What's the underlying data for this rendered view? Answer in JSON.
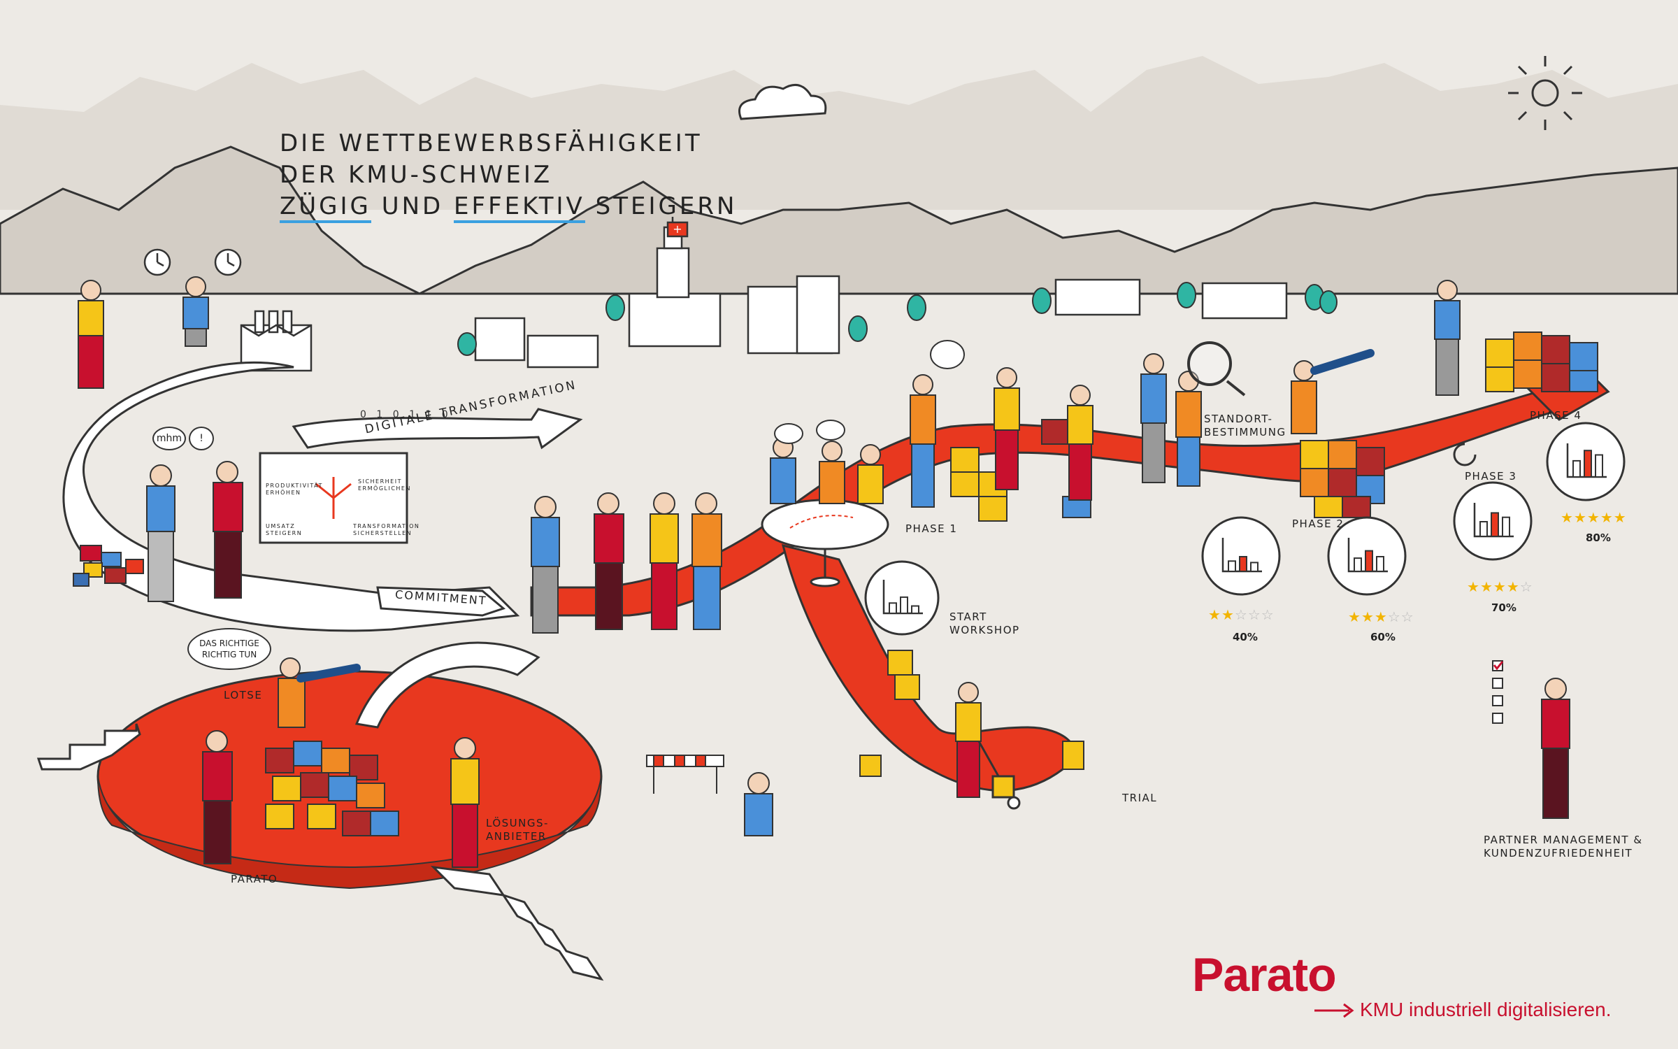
{
  "title": {
    "line1": "DIE WETTBEWERBSFÄHIGKEIT",
    "line2": "DER KMU-SCHWEIZ",
    "line3_a": "ZÜGIG",
    "line3_b": " UND ",
    "line3_c": "EFFEKTIV",
    "line3_d": " STEIGERN"
  },
  "arrows": {
    "digital": "DIGITALE TRANSFORMATION",
    "commitment": "COMMITMENT",
    "binary": "0 1 0 1 1 0"
  },
  "bubbles": {
    "mhm": "mhm",
    "exclaim": "!",
    "richtige": "DAS RICHTIGE RICHTIG TUN"
  },
  "board": {
    "productivity": "PRODUKTIVITÄT ERHÖHEN",
    "security": "SICHERHEIT ERMÖGLICHEN",
    "sales": "UMSATZ STEIGERN",
    "transformation": "TRANSFORMATION SICHERSTELLEN"
  },
  "labels": {
    "lotse": "LOTSE",
    "parato": "PARATO",
    "loesungs1": "LÖSUNGS-",
    "loesungs2": "ANBIETER",
    "start1": "START",
    "start2": "WORKSHOP",
    "trial": "TRIAL",
    "phase1": "PHASE 1",
    "phase2": "PHASE 2",
    "phase3": "PHASE 3",
    "phase4": "PHASE 4",
    "standort1": "STANDORT-",
    "standort2": "BESTIMMUNG",
    "partner1": "PARTNER MANAGEMENT &",
    "partner2": "KUNDENZUFRIEDENHEIT"
  },
  "ratings": [
    {
      "stars_filled": 2,
      "stars_total": 5,
      "percent": "40%"
    },
    {
      "stars_filled": 3,
      "stars_total": 5,
      "percent": "60%"
    },
    {
      "stars_filled": 4,
      "stars_total": 5,
      "percent": "70%"
    },
    {
      "stars_filled": 5,
      "stars_total": 5,
      "percent": "80%"
    }
  ],
  "brand": {
    "name": "Parato",
    "tagline": "KMU industriell digitalisieren."
  },
  "colors": {
    "accent_red": "#e8381f",
    "brand_red": "#c8102e",
    "background": "#edeae5",
    "mountain": "#d8d3cc",
    "underline_blue": "#3aa0e0",
    "block_yellow": "#f5c518",
    "block_orange": "#f08a24",
    "block_blue": "#4a90d9"
  }
}
